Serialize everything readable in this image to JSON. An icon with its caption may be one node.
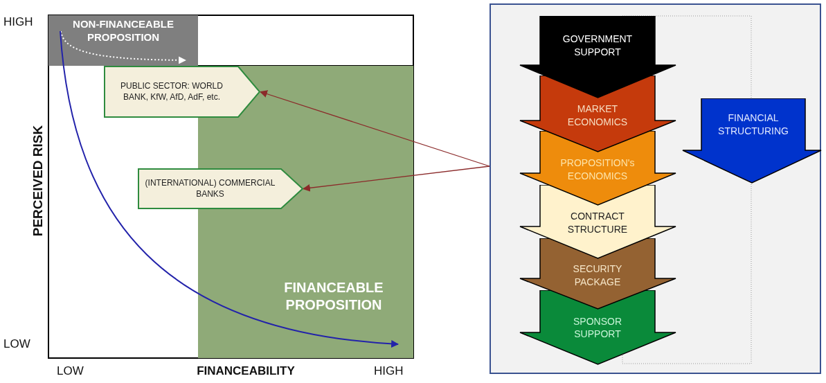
{
  "diagram": {
    "nodes": [
      {
        "text": [
          "NON-FINANCEABLE PROPOSITION"
        ]
      },
      {
        "text": [
          "FINANCEABLE PROPOSITION"
        ]
      },
      {
        "text": [
          "PUBLIC SECTOR: WORLD BANK, KfW, AfD, AdF, etc."
        ]
      },
      {
        "text": [
          "(INTERNATIONAL) COMMERCIAL BANKS"
        ]
      },
      {
        "text": [],
        "shape": "box"
      },
      {
        "text": [
          "GOVERNMENT SUPPORT"
        ],
        "in": 4
      },
      {
        "text": [
          "MARKET ECONOMICS"
        ],
        "in": 4
      },
      {
        "text": [
          "PROPOSITION's ECONOMICS"
        ],
        "in": 4
      },
      {
        "text": [
          "CONTRACT STRUCTURE"
        ],
        "in": 4
      },
      {
        "text": [
          "SECURITY PACKAGE"
        ],
        "in": 4
      },
      {
        "text": [
          "SPONSOR SUPPORT"
        ],
        "in": 4
      },
      {
        "text": [
          "FINANCIAL STRUCTURING"
        ],
        "in": 4
      }
    ],
    "edges": [
      {
        "from": 4,
        "to": 2,
        "arrow": "to"
      },
      {
        "from": 4,
        "to": 3,
        "arrow": "to"
      },
      {
        "from": 0,
        "to": 1,
        "arrow": "to",
        "color": "#2222aa"
      }
    ],
    "labels": [
      "HIGH",
      "PERCEIVED RISK",
      "LOW",
      "LOW",
      "FINANCEABILITY",
      "HIGH"
    ]
  }
}
